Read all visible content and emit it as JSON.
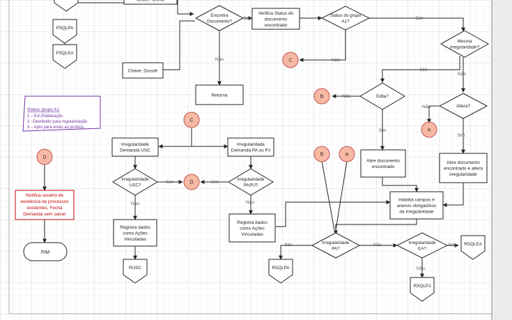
{
  "chrome": {
    "background": "#ffffff",
    "grid_line_color": "#d9d9d9",
    "grid_bold_color": "#c4c4c4",
    "frame_color": "#8a8a8a",
    "right_bar_color": "#e8e8e8"
  },
  "colors": {
    "box_stroke": "#222222",
    "connector_fill": "#f5b7a3",
    "connector_stroke": "#c0504d",
    "line_color": "#222222",
    "legend_title": "#7030a0",
    "legend_stroke": "#7030a0",
    "notice_text": "#c00000",
    "notice_stroke": "#c00000",
    "edge_label": "#595959"
  },
  "boxes": {
    "chave_conta": "Chave: Conta",
    "chave_dossie": "Chave: Dossiê",
    "verifica_status": [
      "Verifica Status do",
      "documento",
      "encontrado"
    ],
    "retorna": "Retorna",
    "irreg_usc": [
      "Irregularidade",
      "Demanda USC"
    ],
    "irreg_papj": [
      "Irregularidade",
      "Demanda PA ou PJ"
    ],
    "abre_doc": [
      "Abre documento",
      "encontrado"
    ],
    "abre_doc_altera": [
      "Abre documento",
      "encontrado e altera",
      "irregularidade"
    ],
    "registra_usc": [
      "Registra dados",
      "como Ações",
      "Vinculadas"
    ],
    "registra_papj": [
      "Registra dados",
      "como Ações",
      "Vinculadas"
    ],
    "habilita": [
      "Habilita campos e",
      "anexos obrigatórios",
      "da Irregularidade"
    ]
  },
  "decisions": {
    "encontra": [
      "Encontra",
      "Documento?"
    ],
    "status_a1": [
      "Status do grupo",
      "A1?"
    ],
    "mesma": [
      "Mesma",
      "Irregularidade?"
    ],
    "edita": [
      "Edita?"
    ],
    "altera": [
      "Altera?"
    ],
    "irreg_usc": [
      "Irregularidade",
      "USC?"
    ],
    "irreg_papj": [
      "Irregularidade",
      "PA/PJ?"
    ],
    "irreg_pa": [
      "Irregularidade",
      "PA?"
    ],
    "irreg_ea": [
      "Irregularidade",
      "EA?"
    ]
  },
  "documents": {
    "psqlpa": "PSQLPA",
    "psqlea": "PSQLEA",
    "rusc": "RUSC",
    "rsqlpa": "RSQLPA",
    "rsqlea": "RSQLEA",
    "rsqlpj": "RSQLPJ"
  },
  "connectors": {
    "c": "C",
    "b": "B",
    "d": "D",
    "a": "A"
  },
  "edge_labels": {
    "sim": "Sim",
    "nao": "Não"
  },
  "legend": {
    "title": "Status grupo A1",
    "items": [
      "1 – Em Elaboração",
      "2 –Devolvido para regularização",
      "3 – Apto para envio ao jurídico"
    ]
  },
  "notice": [
    "Notifica usuário da",
    "existência de processos",
    "existentes, Fecha",
    "Demanda sem salvar"
  ],
  "terminal": "FIM"
}
